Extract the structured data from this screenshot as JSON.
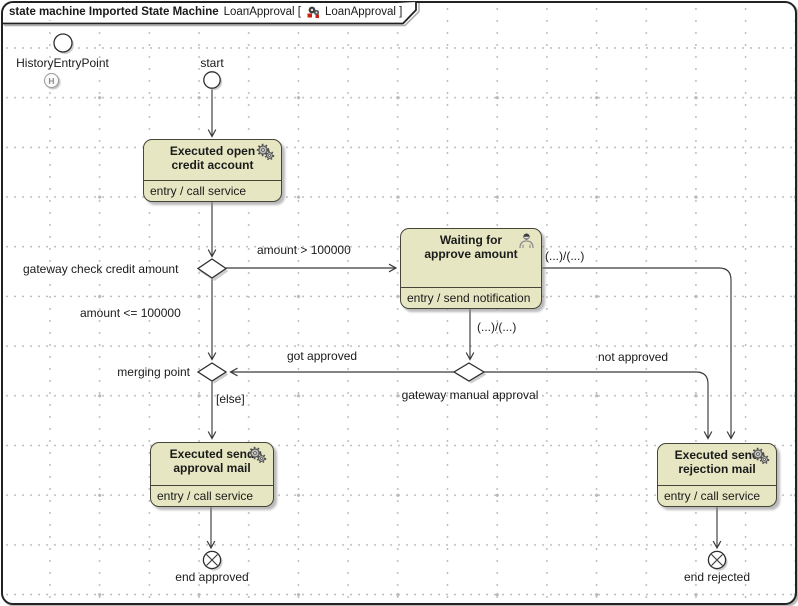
{
  "frame": {
    "tab_title_bold": "state machine Imported State Machine",
    "tab_title_name": "LoanApproval [",
    "tab_title_ref": "LoanApproval ]",
    "tab_icon": "state-machine-diagram-icon"
  },
  "nodes": {
    "history_entry_point": {
      "label": "HistoryEntryPoint",
      "badge": "H",
      "icon": "history-icon"
    },
    "start": {
      "label": "start"
    },
    "state_open_credit": {
      "title": "Executed open credit account",
      "body": "entry / call service",
      "icon": "gears-icon"
    },
    "state_waiting": {
      "title": "Waiting for approve amount",
      "body": "entry / send notification",
      "icon": "person-icon"
    },
    "state_approval_mail": {
      "title": "Executed send approval mail",
      "body": "entry / call service",
      "icon": "gears-icon"
    },
    "state_rejection_mail": {
      "title": "Executed send rejection mail",
      "body": "entry / call service",
      "icon": "gears-icon"
    },
    "gateway_check": {
      "label": "gateway check credit amount"
    },
    "gateway_manual": {
      "label": "gateway manual approval"
    },
    "merging_point": {
      "label": "merging point"
    },
    "end_approved": {
      "label": "end approved"
    },
    "end_rejected": {
      "label": "end rejected"
    }
  },
  "edges": {
    "amount_gt": "amount > 100000",
    "amount_le": "amount <= 100000",
    "effect_right": "(...)/(...)",
    "effect_down": "(...)/(...)",
    "got_approved": "got approved",
    "not_approved": "not approved",
    "else_guard": "[else]"
  },
  "colors": {
    "state_fill": "#e6e6c3",
    "state_border": "#45453a",
    "line": "#3a3a3a",
    "grid_dot": "#bdbdbd",
    "icon_red": "#cc2211"
  }
}
